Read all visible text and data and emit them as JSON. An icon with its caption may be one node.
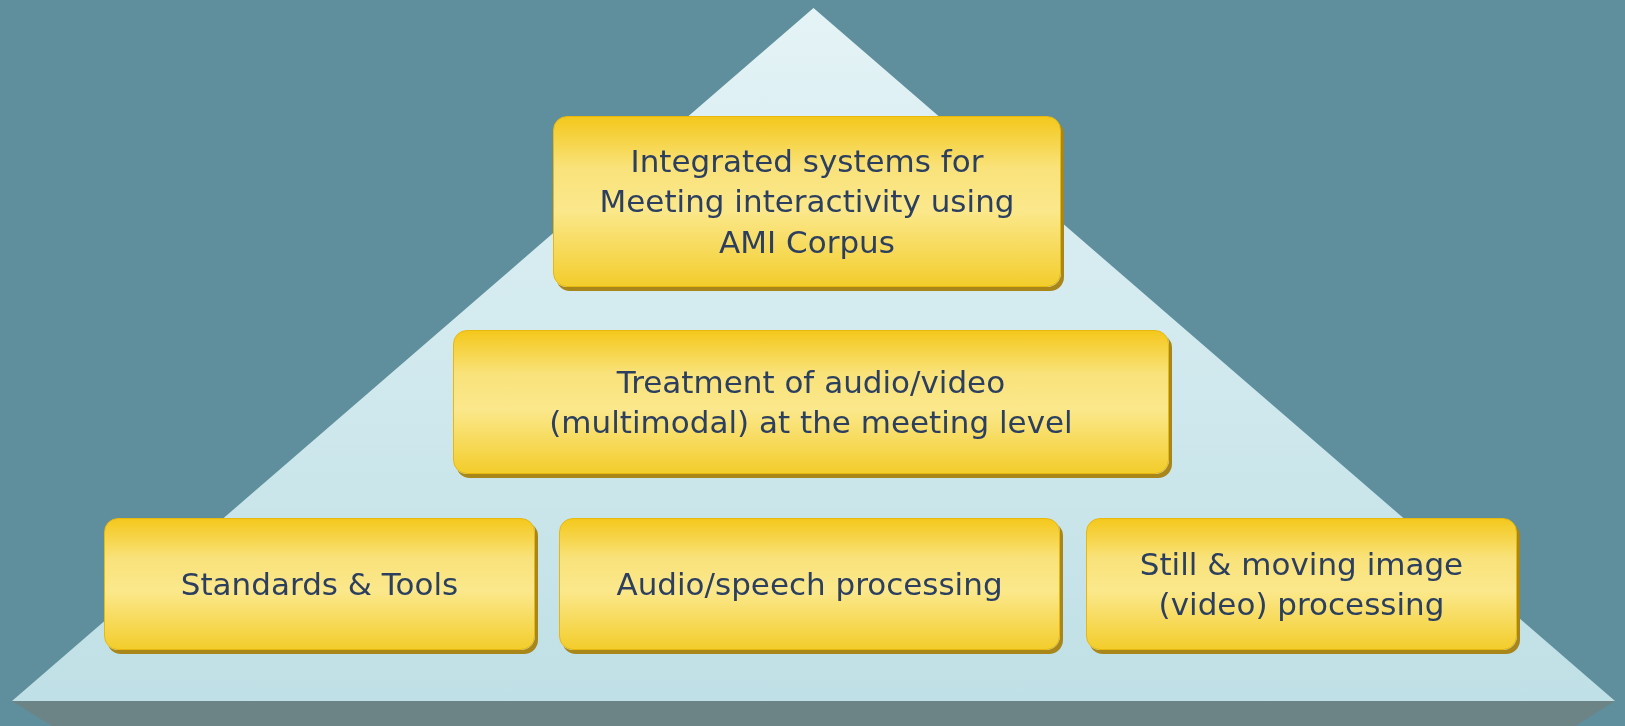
{
  "diagram": {
    "nodes": [
      {
        "text": [],
        "shape": "triangle"
      },
      {
        "text": [
          "Integrated systems for Meeting interactivity using AMI Corpus"
        ],
        "in": 0
      },
      {
        "text": [
          "Treatment of audio/video (multimodal) at the meeting level"
        ],
        "in": 0
      },
      {
        "text": [
          "Standards & Tools"
        ],
        "in": 0
      },
      {
        "text": [
          "Audio/speech processing"
        ],
        "in": 0
      },
      {
        "text": [
          "Still & moving image (video) processing"
        ],
        "in": 0
      }
    ]
  }
}
